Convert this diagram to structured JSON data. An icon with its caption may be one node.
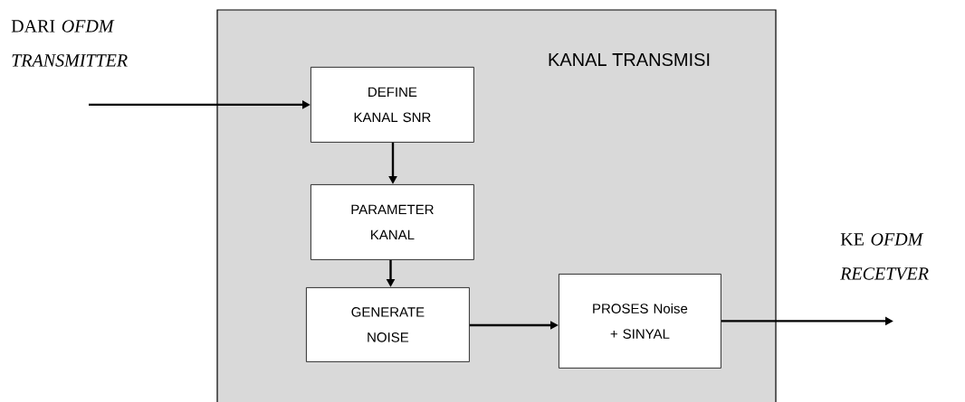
{
  "diagram": {
    "nodes": [
      {
        "text": [
          "KANAL TRANSMISI"
        ]
      },
      {
        "text": [
          "DEFINE KANAL SNR"
        ],
        "in": 0
      },
      {
        "text": [
          "PARAMETER KANAL"
        ],
        "in": 0
      },
      {
        "text": [
          "GENERATE NOISE"
        ],
        "in": 0
      },
      {
        "text": [
          "PROSES Noise + SINYAL"
        ],
        "in": 0
      }
    ],
    "edges": [
      {
        "from": null,
        "to": 1,
        "arrow": "to"
      },
      {
        "from": 1,
        "to": 2,
        "arrow": "to"
      },
      {
        "from": 2,
        "to": 3,
        "arrow": "to"
      },
      {
        "from": 3,
        "to": 4,
        "arrow": "to"
      },
      {
        "from": 4,
        "to": null,
        "arrow": "to"
      }
    ],
    "labels": [
      "DARI *OFDM TRANSMITTER*",
      "KE *OFDM RECETVER*"
    ]
  }
}
